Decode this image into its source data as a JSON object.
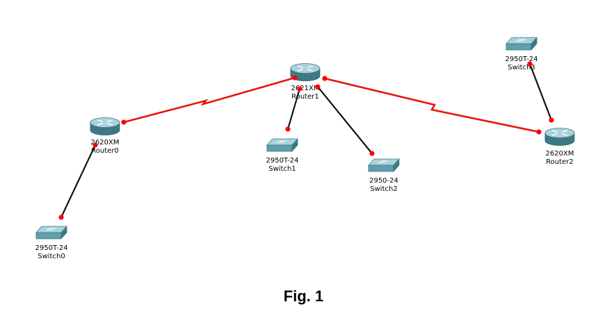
{
  "caption": "Fig. 1",
  "colors": {
    "serial_link": "#e8140f",
    "ethernet_link": "#111111",
    "port_dot": "#ff0000",
    "device_fill": "#5f9eaa",
    "device_light": "#a9d3da",
    "device_dark": "#3e7884"
  },
  "devices": [
    {
      "id": "router0",
      "kind": "router",
      "model": "2620XM",
      "name": "Router0",
      "icon": "router-icon"
    },
    {
      "id": "router1",
      "kind": "router",
      "model": "2621XM",
      "name": "Router1",
      "icon": "router-icon"
    },
    {
      "id": "router2",
      "kind": "router",
      "model": "2620XM",
      "name": "Router2",
      "icon": "router-icon"
    },
    {
      "id": "switch0",
      "kind": "switch",
      "model": "2950T-24",
      "name": "Switch0",
      "icon": "switch-icon"
    },
    {
      "id": "switch1",
      "kind": "switch",
      "model": "2950T-24",
      "name": "Switch1",
      "icon": "switch-icon"
    },
    {
      "id": "switch2",
      "kind": "switch",
      "model": "2950-24",
      "name": "Switch2",
      "icon": "switch-icon"
    },
    {
      "id": "switch3",
      "kind": "switch",
      "model": "2950T-24",
      "name": "Switch3",
      "icon": "switch-icon"
    }
  ],
  "links": [
    {
      "from": "router0",
      "to": "router1",
      "type": "serial"
    },
    {
      "from": "router1",
      "to": "router2",
      "type": "serial"
    },
    {
      "from": "router0",
      "to": "switch0",
      "type": "ethernet"
    },
    {
      "from": "router1",
      "to": "switch1",
      "type": "ethernet"
    },
    {
      "from": "router1",
      "to": "switch2",
      "type": "ethernet"
    },
    {
      "from": "router2",
      "to": "switch3",
      "type": "ethernet"
    }
  ]
}
